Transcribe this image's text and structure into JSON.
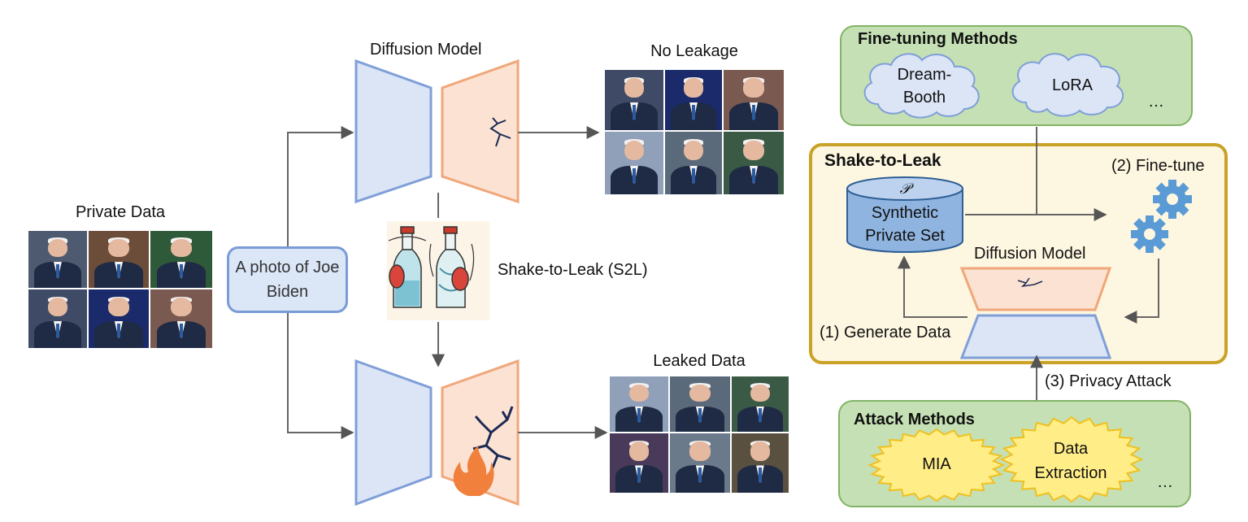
{
  "left": {
    "private_data_label": "Private Data",
    "prompt_text": "A photo of Joe Biden"
  },
  "center": {
    "diffusion_model_label": "Diffusion Model",
    "s2l_label": "Shake-to-Leak (S2L)",
    "no_leakage_label": "No Leakage",
    "leaked_data_label": "Leaked Data"
  },
  "right": {
    "finetuning_title": "Fine-tuning Methods",
    "finetuning_items": [
      "Dream-\nBooth",
      "LoRA"
    ],
    "finetuning_more": "…",
    "s2l_title": "Shake-to-Leak",
    "set_symbol": "𝒫",
    "set_label": "Synthetic\nPrivate Set",
    "step2": "(2) Fine-tune",
    "inner_model_label": "Diffusion Model",
    "step1": "(1) Generate Data",
    "step3": "(3) Privacy Attack",
    "attack_title": "Attack Methods",
    "attack_items": [
      "MIA",
      "Data\nExtraction"
    ],
    "attack_more": "…"
  },
  "colors": {
    "encoder_fill": "#dce5f6",
    "encoder_stroke": "#7f9fd8",
    "decoder_fill": "#fbe2d2",
    "decoder_stroke": "#f0a77a",
    "green_panel": "#c5e0b4",
    "yellow_panel": "#fdf6e0",
    "gear": "#5b9bd5",
    "fire": "#f0803c",
    "burst": "#ffee88"
  }
}
